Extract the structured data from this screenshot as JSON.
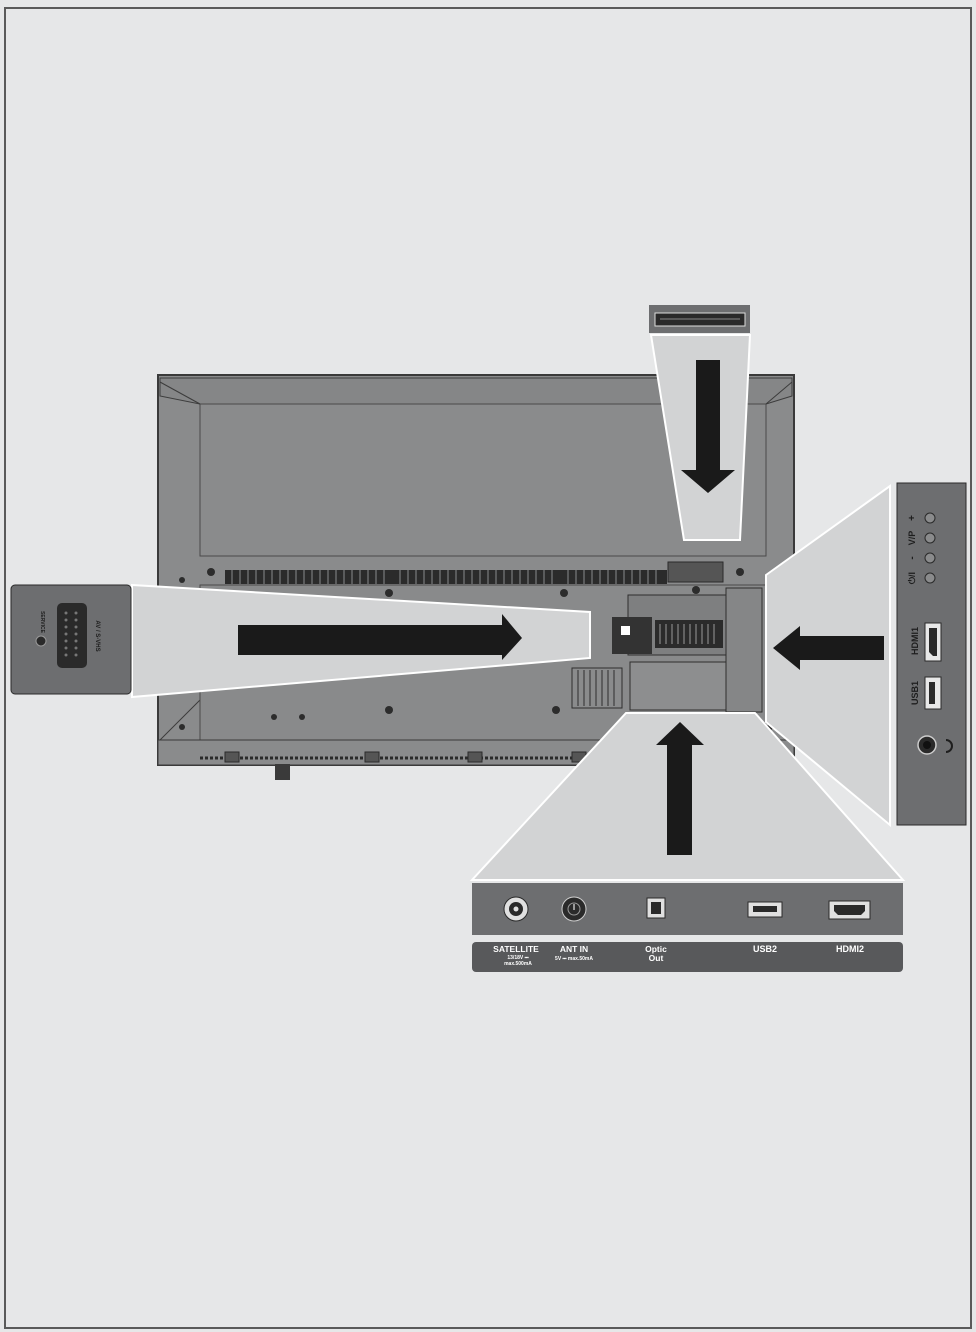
{
  "bottom_panel": {
    "satellite": {
      "label": "SATELLITE",
      "sub1": "13/18V ⎓",
      "sub2": "max.500mA"
    },
    "ant_in": {
      "label": "ANT IN",
      "sub": "5V ⎓ max.50mA"
    },
    "optic_out": {
      "line1": "Optic",
      "line2": "Out"
    },
    "usb2": {
      "label": "USB2"
    },
    "hdmi2": {
      "label": "HDMI2"
    }
  },
  "side_panel": {
    "vp_label": "V/P",
    "plus": "+",
    "minus": "-",
    "power_label": "⏻/I",
    "hdmi1": "HDMI1",
    "usb1": "USB1"
  },
  "scart_panel": {
    "service": "SERVICE",
    "av_svhs": "AV / S-VHS"
  },
  "colors": {
    "background": "#e6e7e8",
    "tv_body": "#8a8b8c",
    "panel": "#6d6e70",
    "label_bar": "#58595b",
    "arrow": "#1a1a1a"
  }
}
